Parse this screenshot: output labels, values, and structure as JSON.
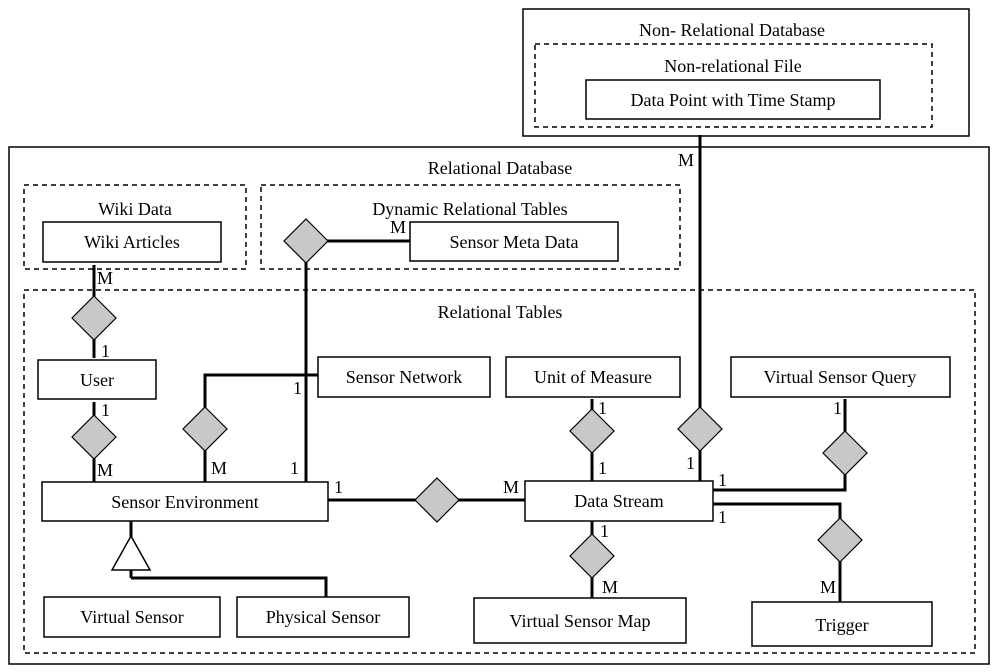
{
  "containers": {
    "non_relational_db": "Non- Relational Database",
    "non_relational_file": "Non-relational File",
    "relational_db": "Relational Database",
    "wiki_data": "Wiki Data",
    "dynamic_tables": "Dynamic Relational Tables",
    "relational_tables": "Relational Tables"
  },
  "entities": {
    "data_point": "Data Point with Time Stamp",
    "wiki_articles": "Wiki Articles",
    "sensor_meta": "Sensor Meta Data",
    "user": "User",
    "sensor_network": "Sensor Network",
    "unit_of_measure": "Unit of Measure",
    "virtual_sensor_query": "Virtual Sensor Query",
    "sensor_environment": "Sensor Environment",
    "data_stream": "Data Stream",
    "virtual_sensor": "Virtual Sensor",
    "physical_sensor": "Physical Sensor",
    "virtual_sensor_map": "Virtual Sensor Map",
    "trigger": "Trigger"
  },
  "cardinality": {
    "one": "1",
    "many": "M"
  }
}
